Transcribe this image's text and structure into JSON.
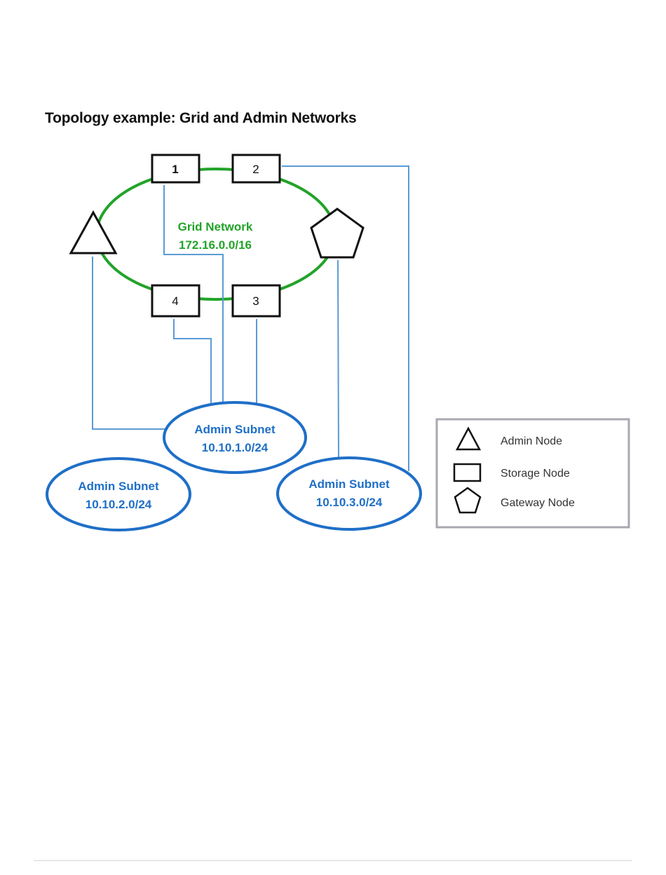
{
  "title": "Topology example: Grid and Admin Networks",
  "colors": {
    "grid_network": "#22a329",
    "admin_links": "#5b9bd5",
    "admin_subnet": "#1f6fc7",
    "node_stroke": "#111111",
    "legend_border": "#a8a8b0"
  },
  "grid_network": {
    "name": "Grid Network",
    "cidr": "172.16.0.0/16"
  },
  "storage_nodes": [
    {
      "label": "1"
    },
    {
      "label": "2"
    },
    {
      "label": "3"
    },
    {
      "label": "4"
    }
  ],
  "admin_subnets": [
    {
      "name": "Admin Subnet",
      "cidr": "10.10.1.0/24"
    },
    {
      "name": "Admin Subnet",
      "cidr": "10.10.2.0/24"
    },
    {
      "name": "Admin Subnet",
      "cidr": "10.10.3.0/24"
    }
  ],
  "legend": [
    {
      "icon": "triangle-icon",
      "label": "Admin Node"
    },
    {
      "icon": "rectangle-icon",
      "label": "Storage Node"
    },
    {
      "icon": "pentagon-icon",
      "label": "Gateway Node"
    }
  ]
}
